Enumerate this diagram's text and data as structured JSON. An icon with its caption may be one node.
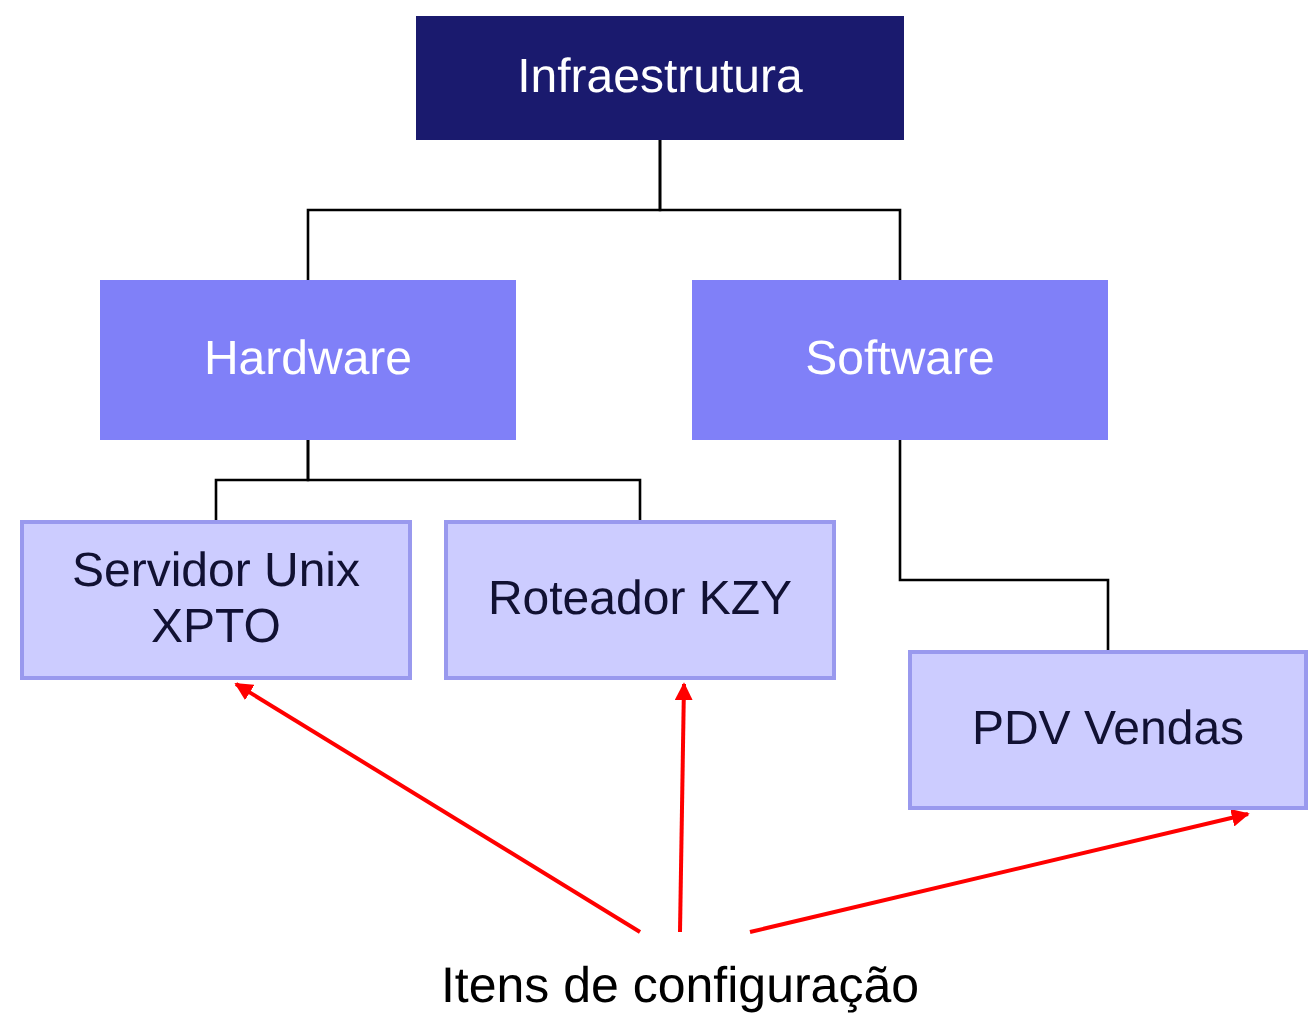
{
  "diagram": {
    "nodes": [
      {
        "text": [
          "Infraestrutura"
        ]
      },
      {
        "text": [
          "Hardware"
        ]
      },
      {
        "text": [
          "Software"
        ]
      },
      {
        "text": [
          "Servidor Unix XPTO"
        ]
      },
      {
        "text": [
          "Roteador KZY"
        ]
      },
      {
        "text": [
          "PDV Vendas"
        ]
      },
      {
        "text": [
          "Itens de configuração"
        ]
      }
    ],
    "edges": [
      {
        "from": 0,
        "to": 1,
        "arrow": "none"
      },
      {
        "from": 0,
        "to": 2,
        "arrow": "none"
      },
      {
        "from": 1,
        "to": 3,
        "arrow": "none"
      },
      {
        "from": 1,
        "to": 4,
        "arrow": "none"
      },
      {
        "from": 2,
        "to": 5,
        "arrow": "none"
      },
      {
        "from": 6,
        "to": 3,
        "arrow": "to",
        "color": "#ff0000"
      },
      {
        "from": 6,
        "to": 4,
        "arrow": "to",
        "color": "#ff0000"
      },
      {
        "from": 6,
        "to": 5,
        "arrow": "to",
        "color": "#ff0000"
      }
    ]
  }
}
